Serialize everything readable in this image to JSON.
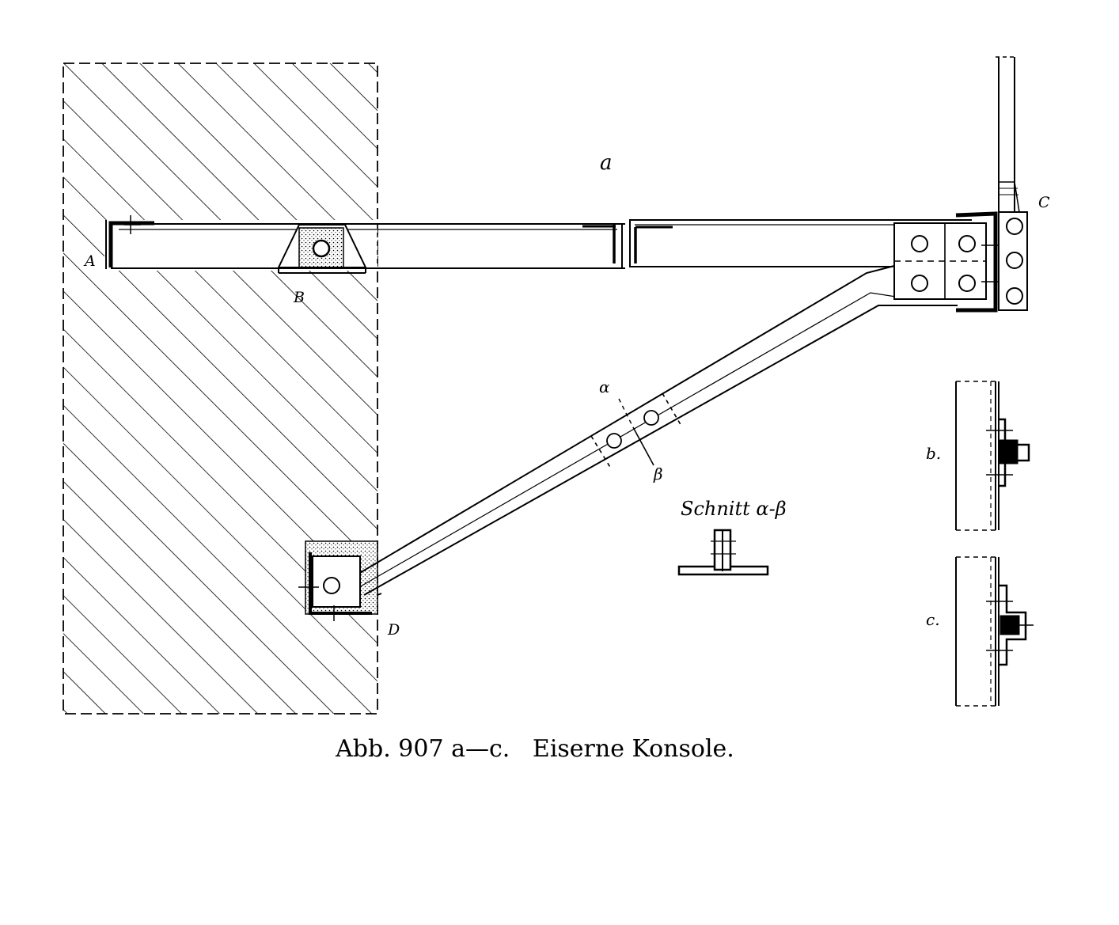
{
  "figure": {
    "labels": {
      "a": "a",
      "A": "A",
      "B": "B",
      "C": "C",
      "D": "D",
      "alpha": "α",
      "beta": "β",
      "b": "b.",
      "c": "c."
    },
    "section_label": "Schnitt α-β",
    "caption": "Abb. 907 a—c.   Eiserne Konsole."
  },
  "colors": {
    "ink": "#000000",
    "paper": "#ffffff"
  }
}
